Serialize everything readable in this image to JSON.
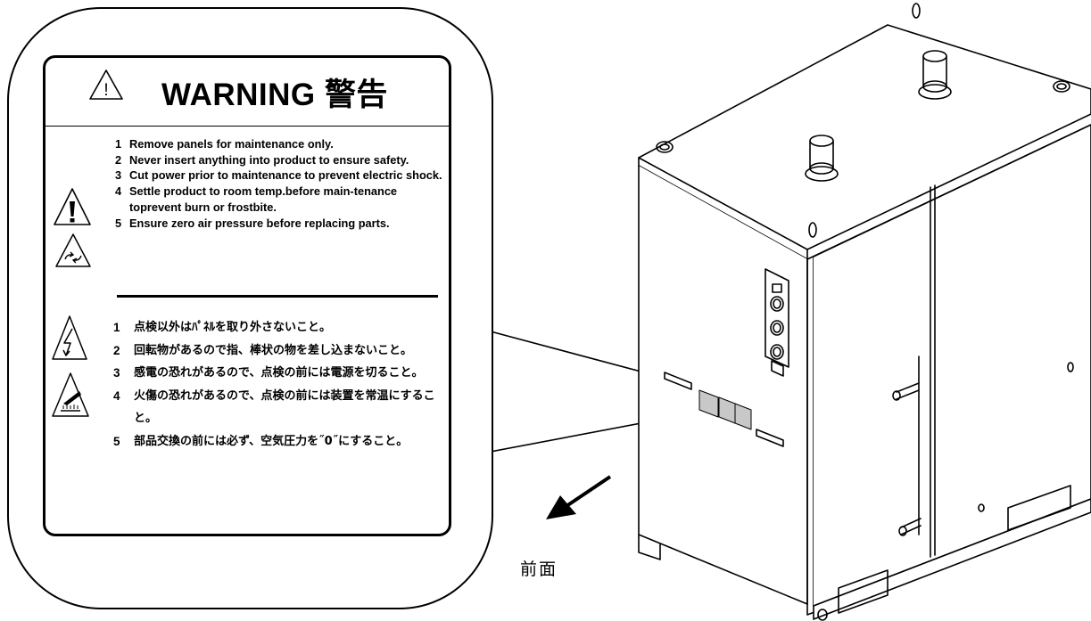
{
  "warning_label": {
    "title": "WARNING 警告",
    "english_items": [
      {
        "num": "1",
        "text": "Remove panels for maintenance only."
      },
      {
        "num": "2",
        "text": "Never insert anything into product to ensure safety."
      },
      {
        "num": "3",
        "text": "Cut power prior to maintenance to prevent electric shock."
      },
      {
        "num": "4",
        "text": "Settle product to room temp.before main-tenance toprevent burn or frostbite."
      },
      {
        "num": "5",
        "text": "Ensure zero air pressure before replacing parts."
      }
    ],
    "japanese_items": [
      {
        "num": "1",
        "text": "点検以外はﾊﾟﾈﾙを取り外さないこと。"
      },
      {
        "num": "2",
        "text": "回転物があるので指、棒状の物を差し込まないこと。"
      },
      {
        "num": "3",
        "text": "感電の恐れがあるので、点検の前には電源を切ること。"
      },
      {
        "num": "4",
        "text": "火傷の恐れがあるので、点検の前には装置を常温にすること。"
      },
      {
        "num": "5",
        "text": "部品交換の前には必ず、空気圧力を˝0˝にすること。"
      }
    ],
    "icons": [
      "warning-triangle-icon",
      "exclamation-icon",
      "rotating-parts-icon",
      "electric-shock-icon",
      "hot-surface-icon"
    ]
  },
  "front_direction_label": "前面"
}
